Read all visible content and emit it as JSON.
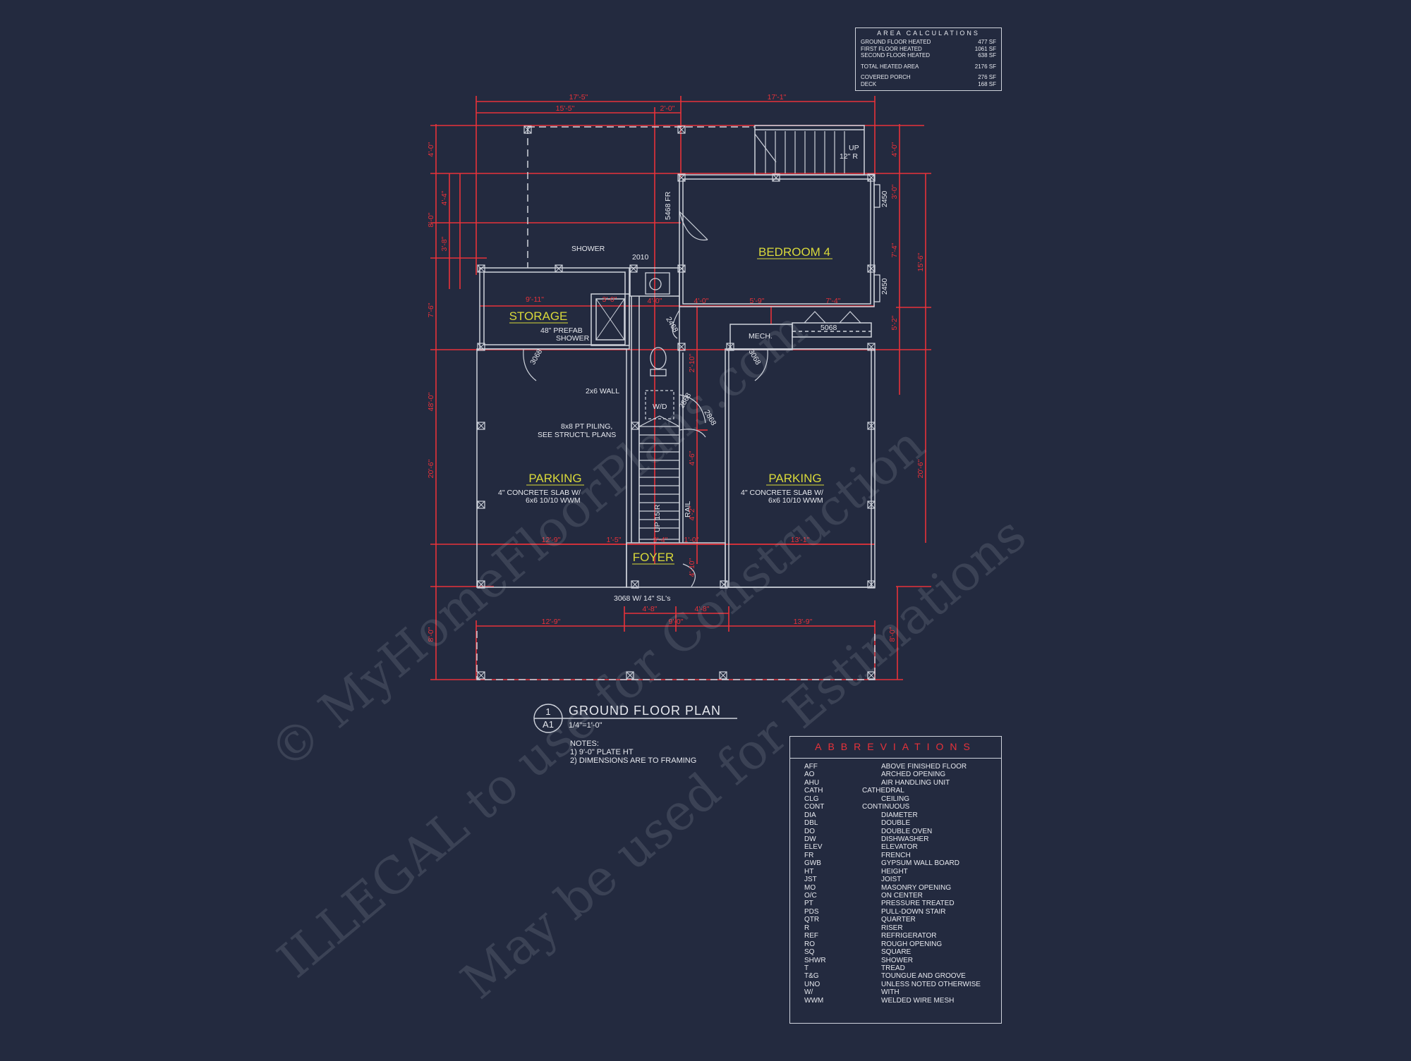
{
  "area_calculations": {
    "title": "AREA CALCULATIONS",
    "rows": [
      {
        "label": "GROUND FLOOR HEATED",
        "value": "477 SF"
      },
      {
        "label": "FIRST FLOOR HEATED",
        "value": "1061 SF"
      },
      {
        "label": "SECOND FLOOR HEATED",
        "value": "638 SF"
      },
      {
        "label": "TOTAL HEATED AREA",
        "value": "2176 SF"
      },
      {
        "label": "COVERED PORCH",
        "value": "276 SF"
      },
      {
        "label": "DECK",
        "value": "168 SF"
      }
    ]
  },
  "rooms": {
    "bedroom": "BEDROOM 4",
    "storage": "STORAGE",
    "parking_left": "PARKING",
    "parking_right": "PARKING",
    "foyer": "FOYER",
    "mech": "MECH."
  },
  "labels": {
    "shower": "SHOWER",
    "door_2010": "2010",
    "prefab1": "48\" PREFAB",
    "prefab2": "SHOWER",
    "wall": "2x6 WALL",
    "piling1": "8x8 PT PILING,",
    "piling2": "SEE STRUCT'L PLANS",
    "slab_l1": "4\" CONCRETE SLAB W/",
    "slab_l2": "6x6 10/10 WWM",
    "slab_r1": "4\" CONCRETE SLAB W/",
    "slab_r2": "6x6 10/10 WWM",
    "front_door": "3068 W/ 14\" SL's",
    "wd": "W/D",
    "up": "UP",
    "risers": "12\" R",
    "rail": "RAIL",
    "stair_note": "UP 15 R",
    "door_5468": "5468 FR",
    "door_2468": "2468",
    "door_3068_l": "3068",
    "door_3068_r": "3068",
    "door_2868_a": "2868",
    "door_2868_b": "2868",
    "closet_5068": "5068",
    "win_2450_a": "2450",
    "win_2450_b": "2450"
  },
  "dims": {
    "top_left": "17'-5\"",
    "top_right": "17'-1\"",
    "top_sub_left": "15'-5\"",
    "top_sub_right": "2'-0\"",
    "left_total": "48'-0\"",
    "left_a": "4'-0\"",
    "left_b": "8'-0\"",
    "left_c": "4'-4\"",
    "left_d": "3'-8\"",
    "left_e": "7'-6\"",
    "left_f": "20'-6\"",
    "left_g": "8'-0\"",
    "right_a": "4'-0\"",
    "right_b": "3'-0\"",
    "right_c": "15'-6\"",
    "right_d": "7'-4\"",
    "right_e": "5'-2\"",
    "right_f": "20'-6\"",
    "right_g": "8'-0\"",
    "storage_w": "9'-11\"",
    "shower_w": "3'-0\"",
    "hall_w": "4'-0\"",
    "hall_w2": "4'-0\"",
    "closet_a": "5'-9\"",
    "closet_b": "7'-4\"",
    "park_l": "12'-9\"",
    "park_r": "13'-1\"",
    "foyer_a": "1'-5\"",
    "foyer_b": "3'-4\"",
    "foyer_c": "1'-0\"",
    "bot_a": "4'-8\"",
    "bot_b": "4'-8\"",
    "bot_left": "12'-9\"",
    "bot_mid": "9'-0\"",
    "bot_right": "13'-9\"",
    "stair_a": "4'-6\"",
    "stair_b": "4'-2\"",
    "stair_c": "4'-10\"",
    "stair_d": "2'-10\""
  },
  "plan": {
    "title": "GROUND FLOOR PLAN",
    "sheet_num": "1",
    "sheet_ref": "A1",
    "scale": "1/4\"=1'-0\"",
    "notes_title": "NOTES:",
    "note1": "1) 9'-0\" PLATE HT",
    "note2": "2) DIMENSIONS ARE TO FRAMING"
  },
  "abbreviations": {
    "title": "ABBREVIATIONS",
    "items": [
      {
        "abbr": "AFF",
        "meaning": "ABOVE FINISHED FLOOR"
      },
      {
        "abbr": "AO",
        "meaning": "ARCHED OPENING"
      },
      {
        "abbr": "AHU",
        "meaning": "AIR HANDLING UNIT"
      },
      {
        "abbr": "CATH",
        "meaning": "CATHEDRAL",
        "short": true
      },
      {
        "abbr": "CLG",
        "meaning": "CEILING"
      },
      {
        "abbr": "CONT",
        "meaning": "CONTINUOUS",
        "short": true
      },
      {
        "abbr": "DIA",
        "meaning": "DIAMETER"
      },
      {
        "abbr": "DBL",
        "meaning": "DOUBLE"
      },
      {
        "abbr": "DO",
        "meaning": "DOUBLE OVEN"
      },
      {
        "abbr": "DW",
        "meaning": "DISHWASHER"
      },
      {
        "abbr": "ELEV",
        "meaning": "ELEVATOR"
      },
      {
        "abbr": "FR",
        "meaning": "FRENCH"
      },
      {
        "abbr": "GWB",
        "meaning": "GYPSUM WALL BOARD"
      },
      {
        "abbr": "HT",
        "meaning": "HEIGHT"
      },
      {
        "abbr": "JST",
        "meaning": "JOIST"
      },
      {
        "abbr": "MO",
        "meaning": "MASONRY OPENING"
      },
      {
        "abbr": "O/C",
        "meaning": "ON CENTER"
      },
      {
        "abbr": "PT",
        "meaning": "PRESSURE TREATED"
      },
      {
        "abbr": "PDS",
        "meaning": "PULL-DOWN STAIR"
      },
      {
        "abbr": "QTR",
        "meaning": "QUARTER"
      },
      {
        "abbr": "R",
        "meaning": "RISER"
      },
      {
        "abbr": "REF",
        "meaning": "REFRIGERATOR"
      },
      {
        "abbr": "RO",
        "meaning": "ROUGH OPENING"
      },
      {
        "abbr": "SQ",
        "meaning": "SQUARE"
      },
      {
        "abbr": "SHWR",
        "meaning": "SHOWER"
      },
      {
        "abbr": "T",
        "meaning": "TREAD"
      },
      {
        "abbr": "T&G",
        "meaning": "TOUNGUE AND GROOVE"
      },
      {
        "abbr": "UNO",
        "meaning": "UNLESS NOTED OTHERWISE"
      },
      {
        "abbr": "W/",
        "meaning": "WITH"
      },
      {
        "abbr": "WWM",
        "meaning": "WELDED WIRE MESH"
      }
    ]
  },
  "watermark": {
    "line1": "© MyHomeFloorPlans.com",
    "line2": "ILLEGAL to use for Construction",
    "line3": "May be used for Estimations"
  },
  "colors": {
    "background": "#232a3f",
    "wall": "#cfd3dc",
    "dimension": "#e8323a",
    "room_label": "#d9d93a"
  }
}
